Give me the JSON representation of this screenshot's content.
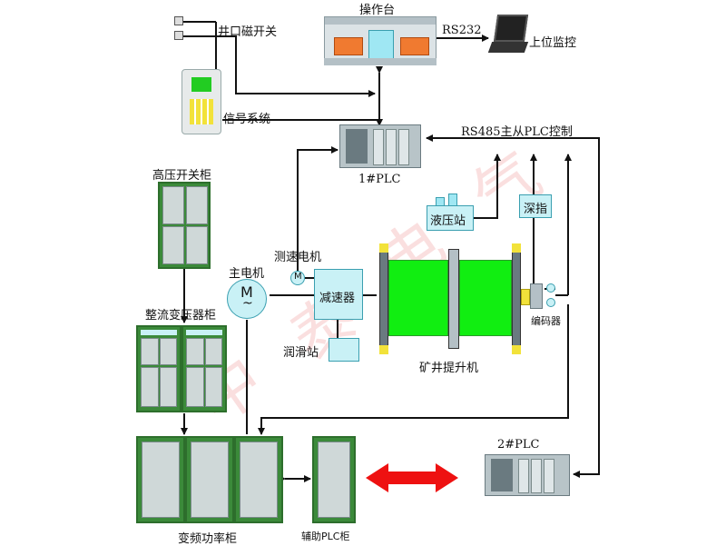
{
  "labels": {
    "well_switch": "井口磁开关",
    "console": "操作台",
    "rs232": "RS232",
    "upper_monitor": "上位监控",
    "signal_system": "信号系统",
    "rs485": "RS485主从PLC控制",
    "plc1": "1#PLC",
    "hv_cabinet": "高压开关柜",
    "hydraulic": "液压站",
    "depth": "深指",
    "speed_motor": "测速电机",
    "main_motor": "主电机",
    "motor_symbol": "M",
    "motor_tilde": "~",
    "small_motor": "M",
    "reducer": "减速器",
    "lube": "润滑站",
    "rectifier": "整流变压器柜",
    "hoist": "矿井提升机",
    "encoder": "编码器",
    "plc2": "2#PLC",
    "vfd": "变频功率柜",
    "aux_plc": "辅助PLC柜"
  },
  "watermark": [
    "中",
    "泰",
    "电",
    "气"
  ],
  "colors": {
    "cabinet_green": "#3b8a3a",
    "drum_green": "#11ee11",
    "arrow_red": "#ee1111",
    "cyan": "#c9f1f6",
    "line": "#111111"
  }
}
